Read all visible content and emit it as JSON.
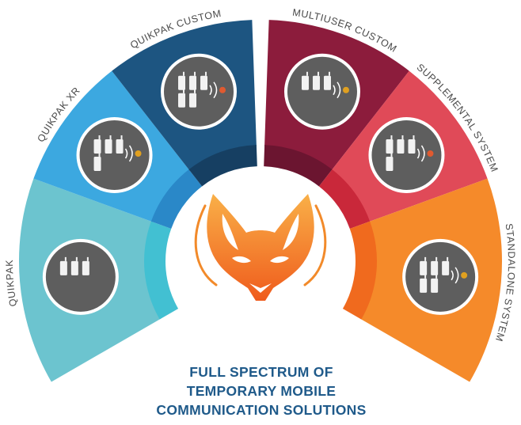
{
  "segments": [
    {
      "label": "QUIKPAK",
      "color": "#6cc4cf",
      "inner_color": "#42c0d2",
      "icon": "radios-only-icon"
    },
    {
      "label": "QUIKPAK XR",
      "color": "#3ca8e0",
      "inner_color": "#2a88c8",
      "icon": "radios-with-repeater-icon"
    },
    {
      "label": "QUIKPAK CUSTOM",
      "color": "#1d5581",
      "inner_color": "#163f62",
      "icon": "radios-repeater-antenna-icon"
    },
    {
      "label": "MULTIUSER CUSTOM",
      "color": "#8c1c3c",
      "inner_color": "#6b1530",
      "icon": "radios-base-station-icon"
    },
    {
      "label": "SUPPLEMENTAL SYSTEM",
      "color": "#e04a58",
      "inner_color": "#c9283a",
      "icon": "networked-groups-icon"
    },
    {
      "label": "STANDALONE SYSTEM",
      "color": "#f58a2a",
      "inner_color": "#f06a1e",
      "icon": "full-standalone-system-icon"
    }
  ],
  "caption": {
    "line1": "FULL SPECTRUM OF",
    "line2": "TEMPORARY MOBILE",
    "line3": "COMMUNICATION SOLUTIONS",
    "color": "#1f5a8a"
  },
  "logo": {
    "name": "fox-head-logo",
    "color_light": "#f7a23a",
    "color_dark": "#f0661e"
  }
}
